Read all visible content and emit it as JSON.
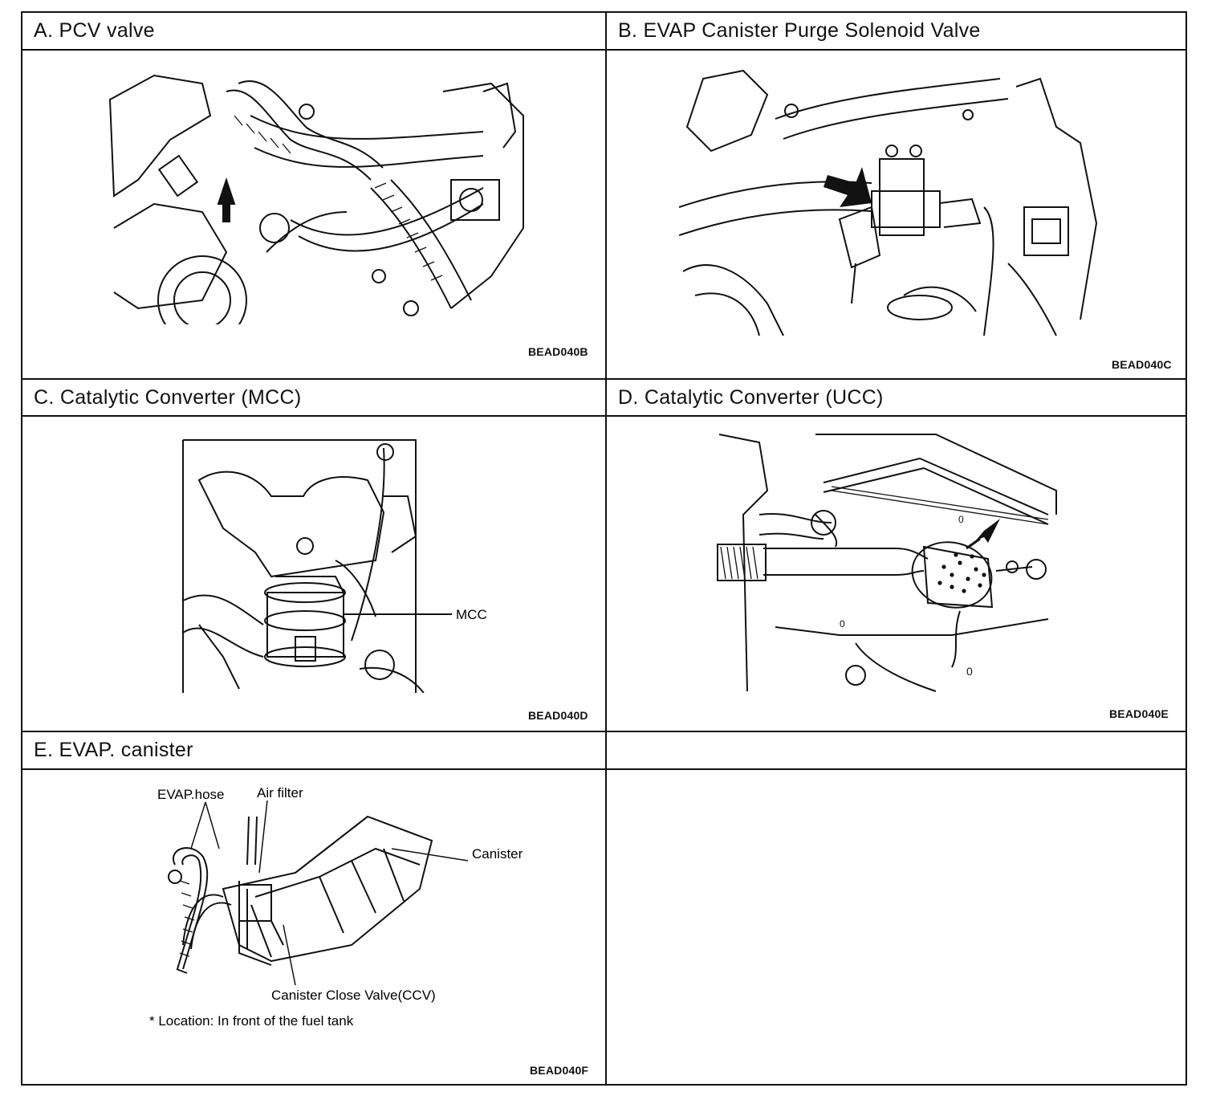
{
  "panels": {
    "a": {
      "title": "A. PCV  valve",
      "code": "BEAD040B"
    },
    "b": {
      "title": "B. EVAP Canister Purge Solenoid Valve",
      "code": "BEAD040C"
    },
    "c": {
      "title": "C. Catalytic Converter (MCC)",
      "code": "BEAD040D",
      "label_mcc": "MCC"
    },
    "d": {
      "title": "D. Catalytic Converter (UCC)",
      "code": "BEAD040E"
    },
    "e": {
      "title": "E. EVAP. canister",
      "code": "BEAD040F",
      "label_hose": "EVAP.hose",
      "label_filter": "Air filter",
      "label_canister": "Canister",
      "label_ccv": "Canister Close Valve(CCV)",
      "note": "* Location: In front of the fuel tank"
    }
  },
  "colors": {
    "line": "#111111",
    "background": "#ffffff"
  }
}
